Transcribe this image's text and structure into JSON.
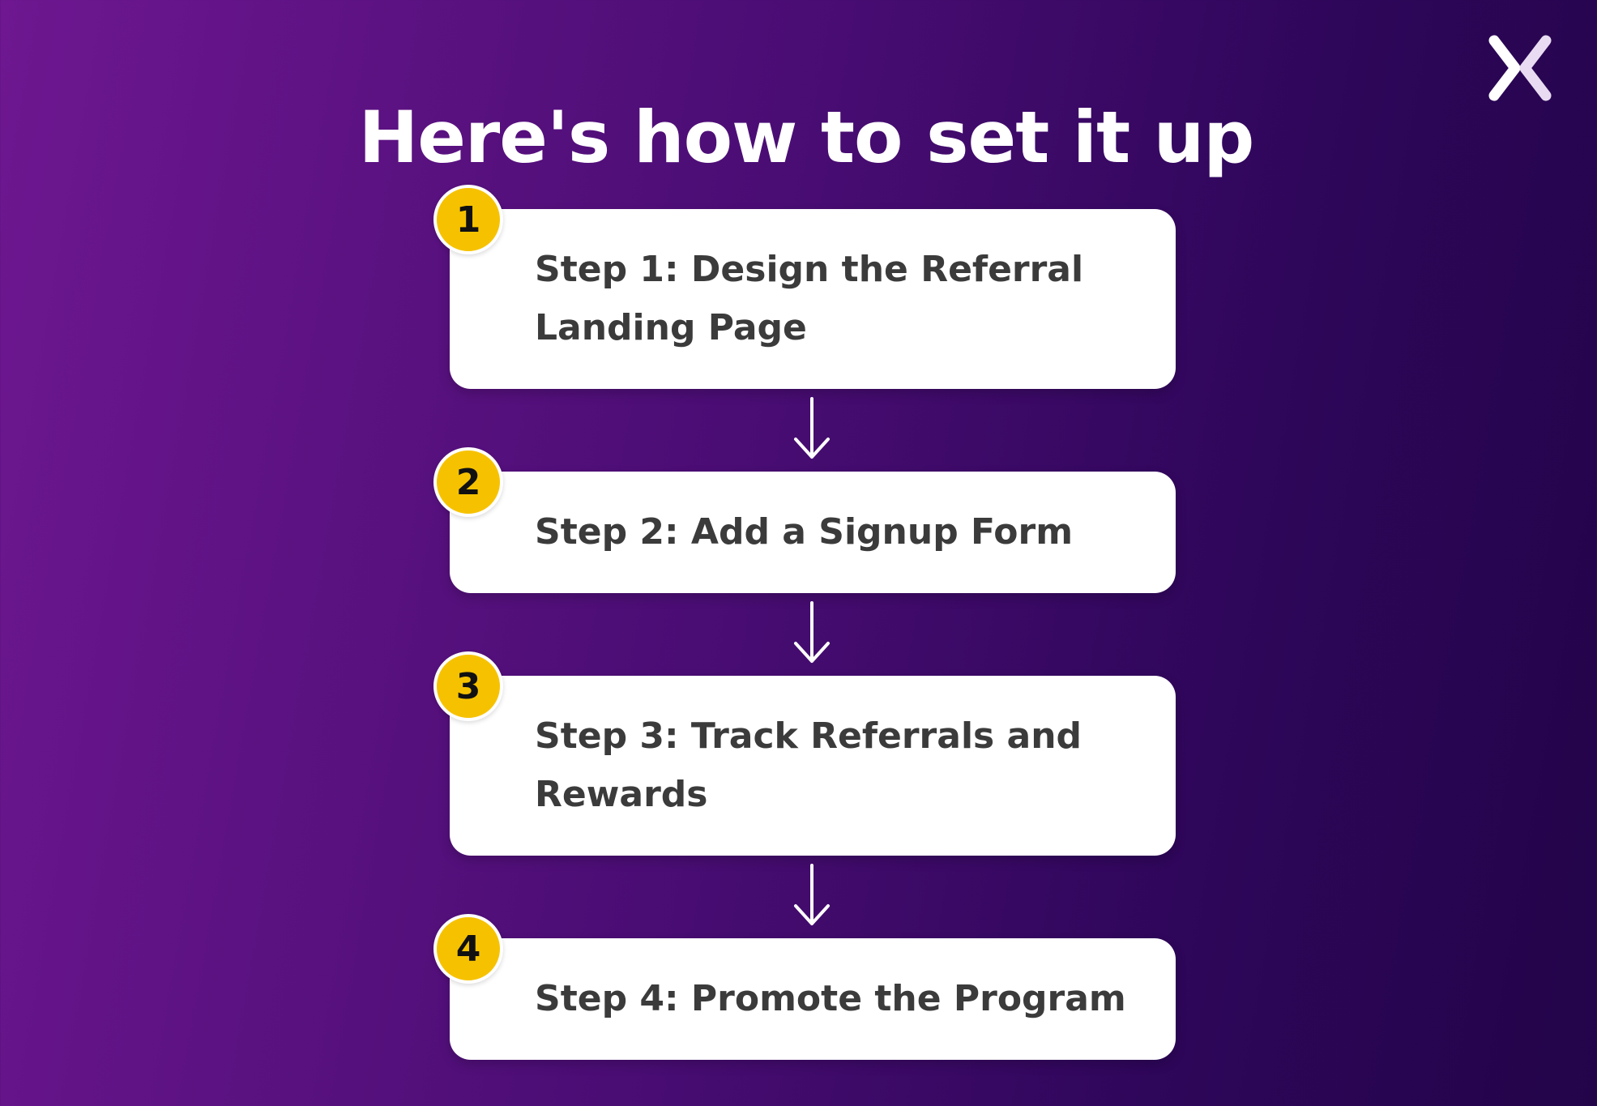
{
  "header": {
    "title": "Here's how to set it up"
  },
  "brand": {
    "icon": "x-logo-icon",
    "color": "#ffffff"
  },
  "steps": [
    {
      "number": "1",
      "label": "Step 1: Design the Referral Landing Page"
    },
    {
      "number": "2",
      "label": "Step 2: Add a Signup Form"
    },
    {
      "number": "3",
      "label": "Step 3: Track Referrals and Rewards"
    },
    {
      "number": "4",
      "label": "Step 4: Promote the Program"
    }
  ],
  "colors": {
    "badge": "#f6c200",
    "card": "#ffffff",
    "card_text": "#3b3b3b",
    "background_start": "#6e1790",
    "background_end": "#230449"
  }
}
